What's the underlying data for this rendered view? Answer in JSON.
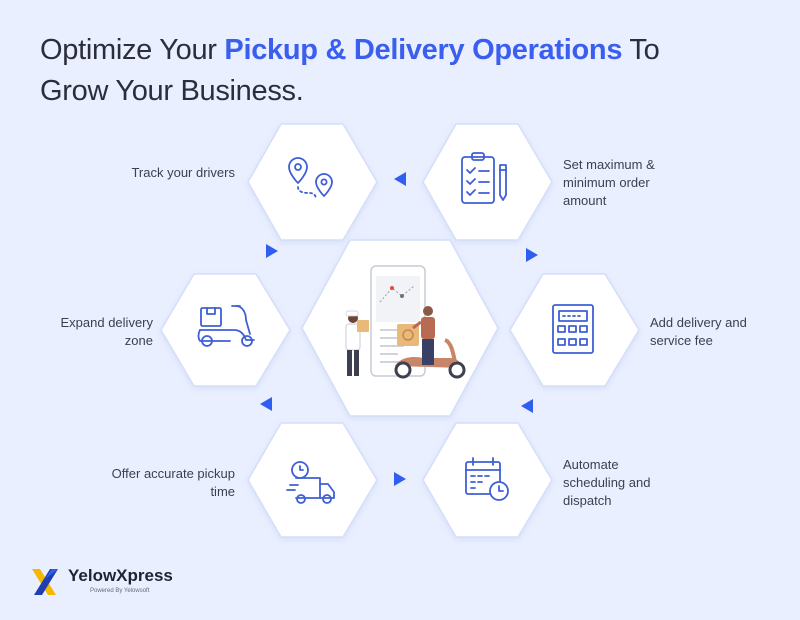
{
  "heading": {
    "prefix": "Optimize Your ",
    "highlight": "Pickup & Delivery Operations",
    "suffix_line1": " To",
    "line2": "Grow Your Business."
  },
  "features": {
    "track": "Track your drivers",
    "order_line1": "Set maximum &",
    "order_line2": "minimum order",
    "order_line3": "amount",
    "zone_line1": "Expand delivery",
    "zone_line2": "zone",
    "fee_line1": "Add delivery and",
    "fee_line2": "service fee",
    "pickup_line1": "Offer accurate pickup",
    "pickup_line2": "time",
    "auto_line1": "Automate",
    "auto_line2": "scheduling and",
    "auto_line3": "dispatch"
  },
  "brand": {
    "name": "YelowXpress",
    "tagline": "Powered By Yelowsoft"
  },
  "colors": {
    "accent": "#3a5ef0",
    "background": "#e9efff",
    "icon": "#3f5fd6"
  },
  "icons": [
    "map-pins-icon",
    "clipboard-checklist-icon",
    "scooter-parcel-icon",
    "calculator-icon",
    "delivery-truck-clock-icon",
    "calendar-clock-icon",
    "delivery-illustration"
  ]
}
